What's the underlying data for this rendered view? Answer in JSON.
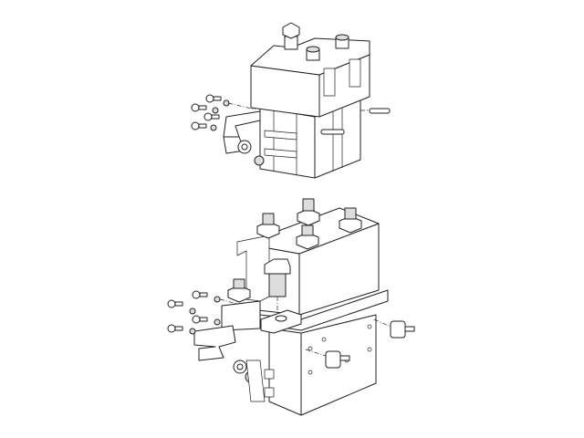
{
  "drawing": {
    "kind": "exploded-view",
    "assemblies": [
      "upper-contactor",
      "lower-contactor"
    ],
    "line_color": "#222222",
    "background": "#ffffff"
  }
}
